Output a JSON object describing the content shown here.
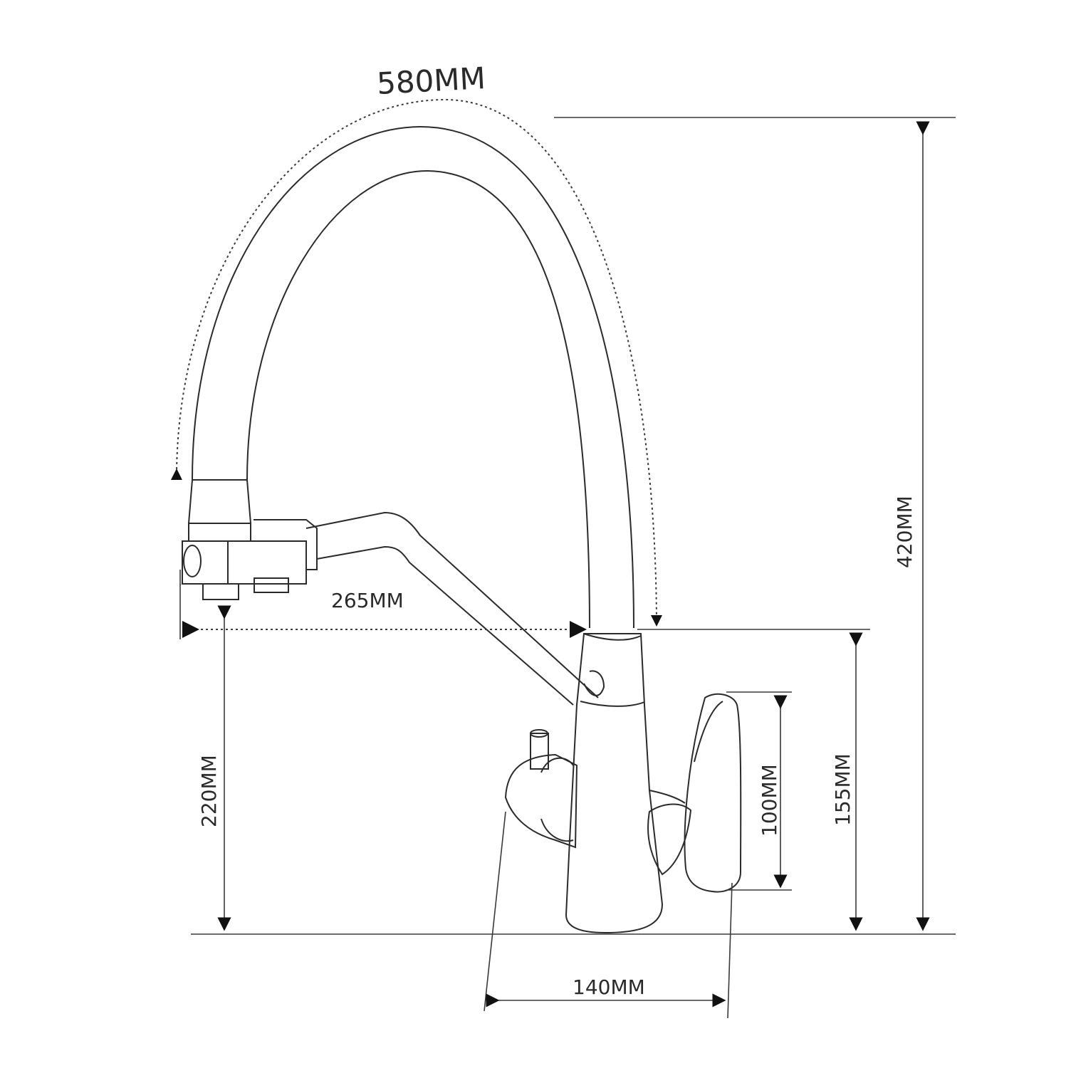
{
  "diagram": {
    "dimensions": {
      "arc_length": "580MM",
      "total_height": "420MM",
      "spout_reach": "265MM",
      "spout_height": "220MM",
      "body_height": "155MM",
      "handle_height": "100MM",
      "base_width": "140MM"
    }
  }
}
